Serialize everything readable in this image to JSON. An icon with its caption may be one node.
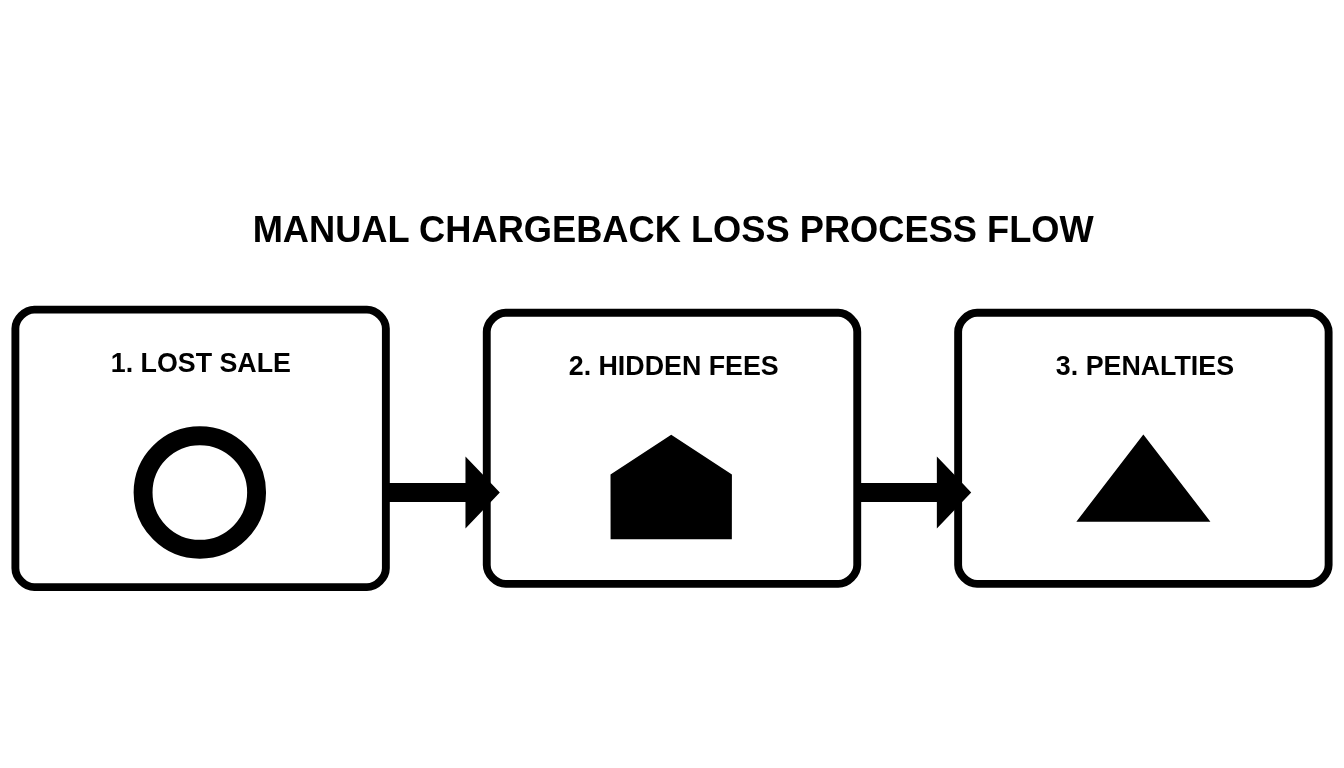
{
  "diagram": {
    "title": "MANUAL CHARGEBACK LOSS PROCESS FLOW",
    "nodes": [
      {
        "text": [
          "1. LOST SALE"
        ]
      },
      {
        "text": [],
        "shape": "picture",
        "in": 0
      },
      {
        "text": [
          "2. HIDDEN FEES"
        ]
      },
      {
        "text": [],
        "shape": "picture",
        "in": 2
      },
      {
        "text": [
          "3. PENALTIES"
        ]
      },
      {
        "text": [],
        "shape": "picture",
        "in": 4
      }
    ],
    "edges": [
      {
        "from": 0,
        "to": 2,
        "arrow": "to"
      },
      {
        "from": 2,
        "to": 4,
        "arrow": "to"
      }
    ]
  }
}
